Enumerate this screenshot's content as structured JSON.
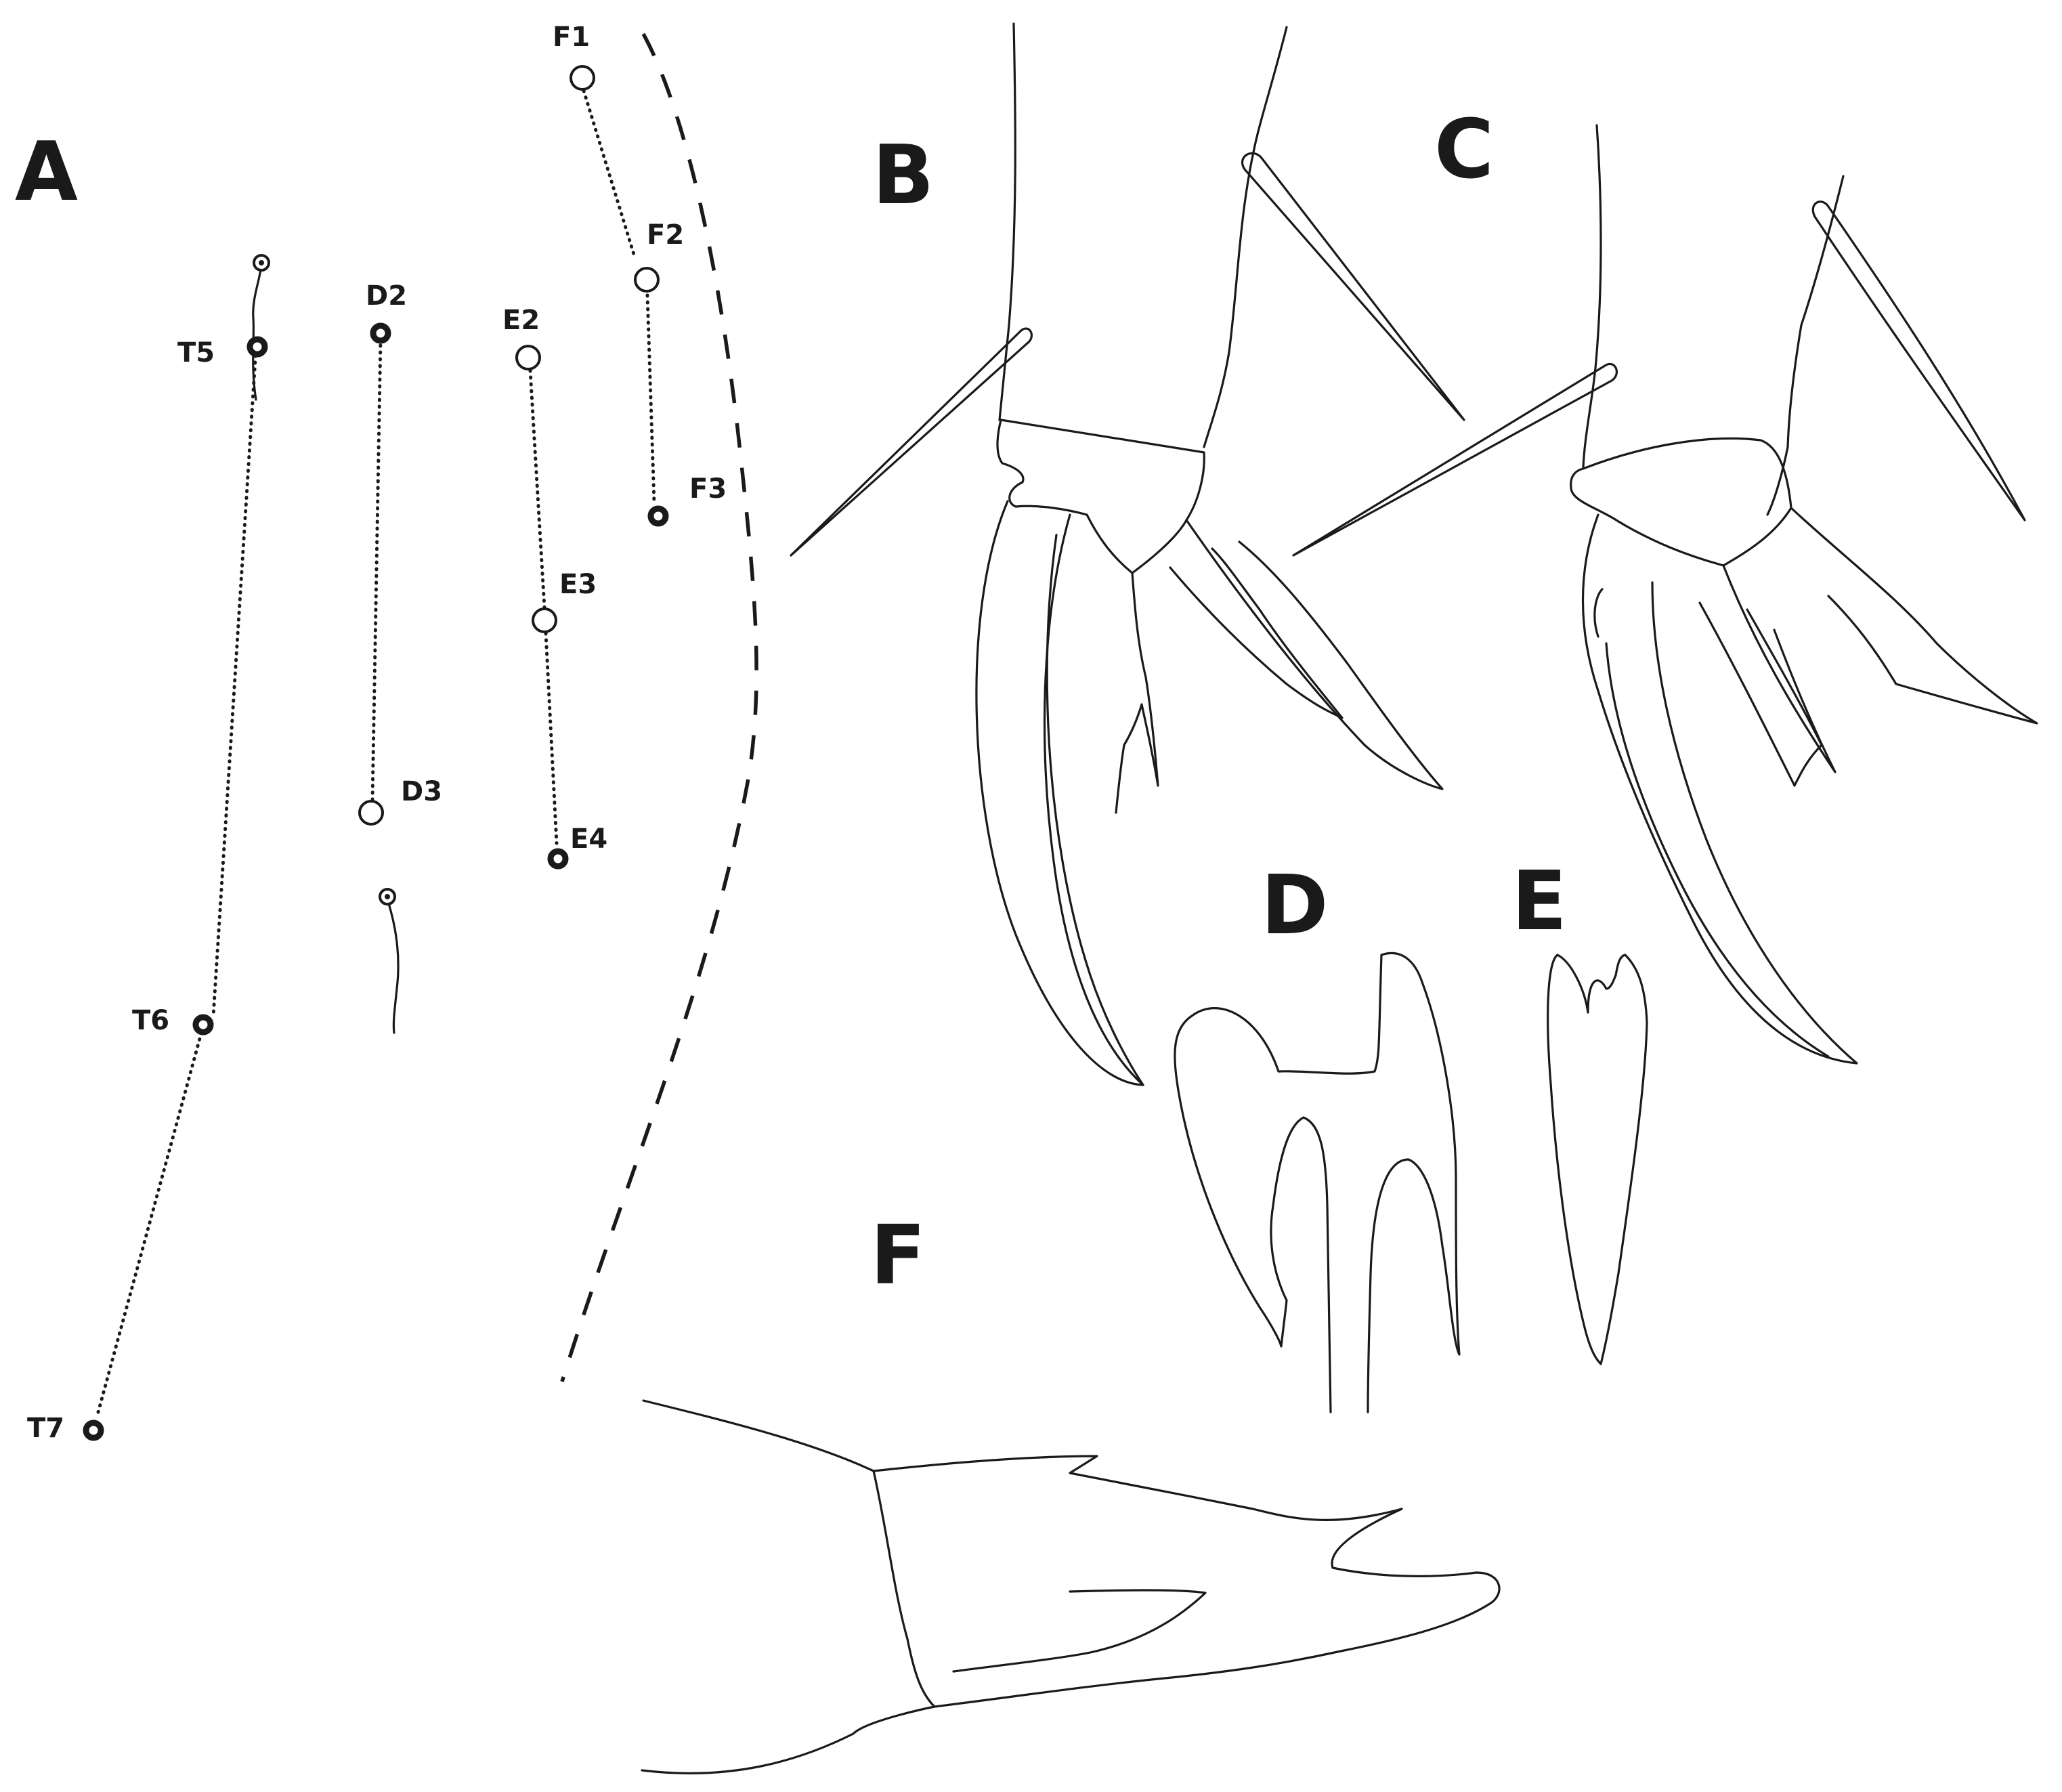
{
  "panels": [
    "A",
    "B",
    "C",
    "D",
    "E",
    "F"
  ],
  "setae": {
    "T5": "T5",
    "T6": "T6",
    "T7": "T7",
    "D2": "D2",
    "D3": "D3",
    "E2": "E2",
    "E3": "E3",
    "E4": "E4",
    "F1": "F1",
    "F2": "F2",
    "F3": "F3"
  },
  "colors": {
    "ink": "#1a1a1a",
    "background": "#ffffff"
  }
}
